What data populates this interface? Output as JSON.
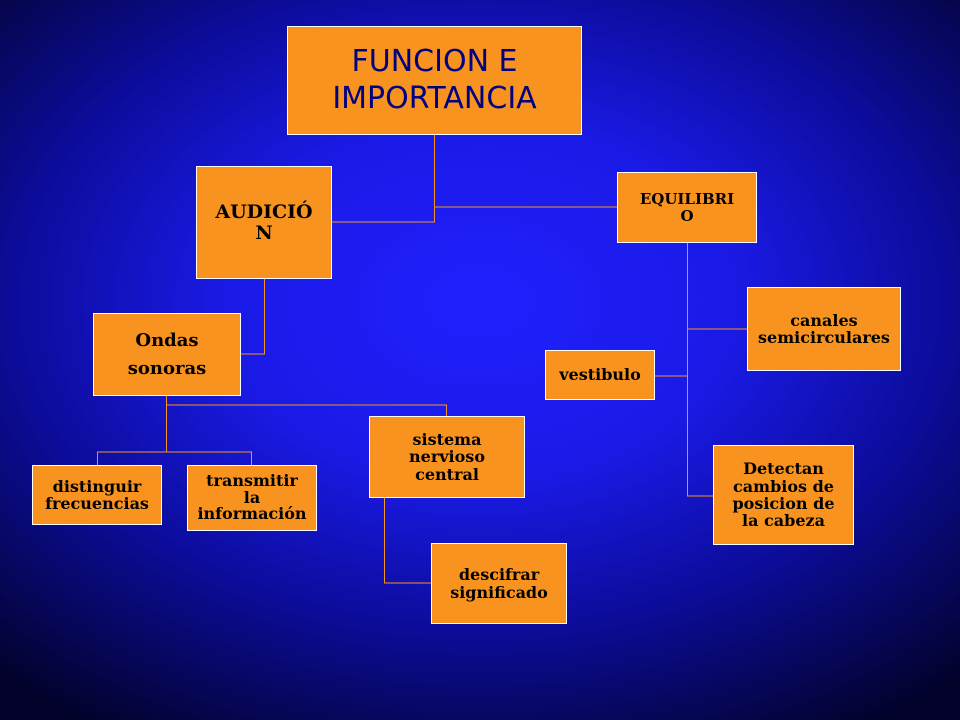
{
  "diagram": {
    "title": "FUNCION  E\nIMPORTANCIA",
    "audicion": "AUDICIÓ\nN",
    "equilibrio": "EQUILIBRI\nO",
    "ondas": "Ondas\nsonoras",
    "distinguir": "distinguir\nfrecuencias",
    "transmitir": "transmitir\nla\ninformación",
    "sistema": "sistema\nnervioso\ncentral",
    "descifrar": "descifrar\nsignificado",
    "canales": "canales\nsemicirculares",
    "vestibulo": "vestibulo",
    "detectan": "Detectan\ncambios de\nposicion de\nla cabeza"
  },
  "colors": {
    "box_fill": "#f7931e",
    "box_border": "#ffffff",
    "connector": "#f7931e",
    "title_text": "#000080",
    "node_text": "#000000",
    "background": "#1a1ae6"
  }
}
